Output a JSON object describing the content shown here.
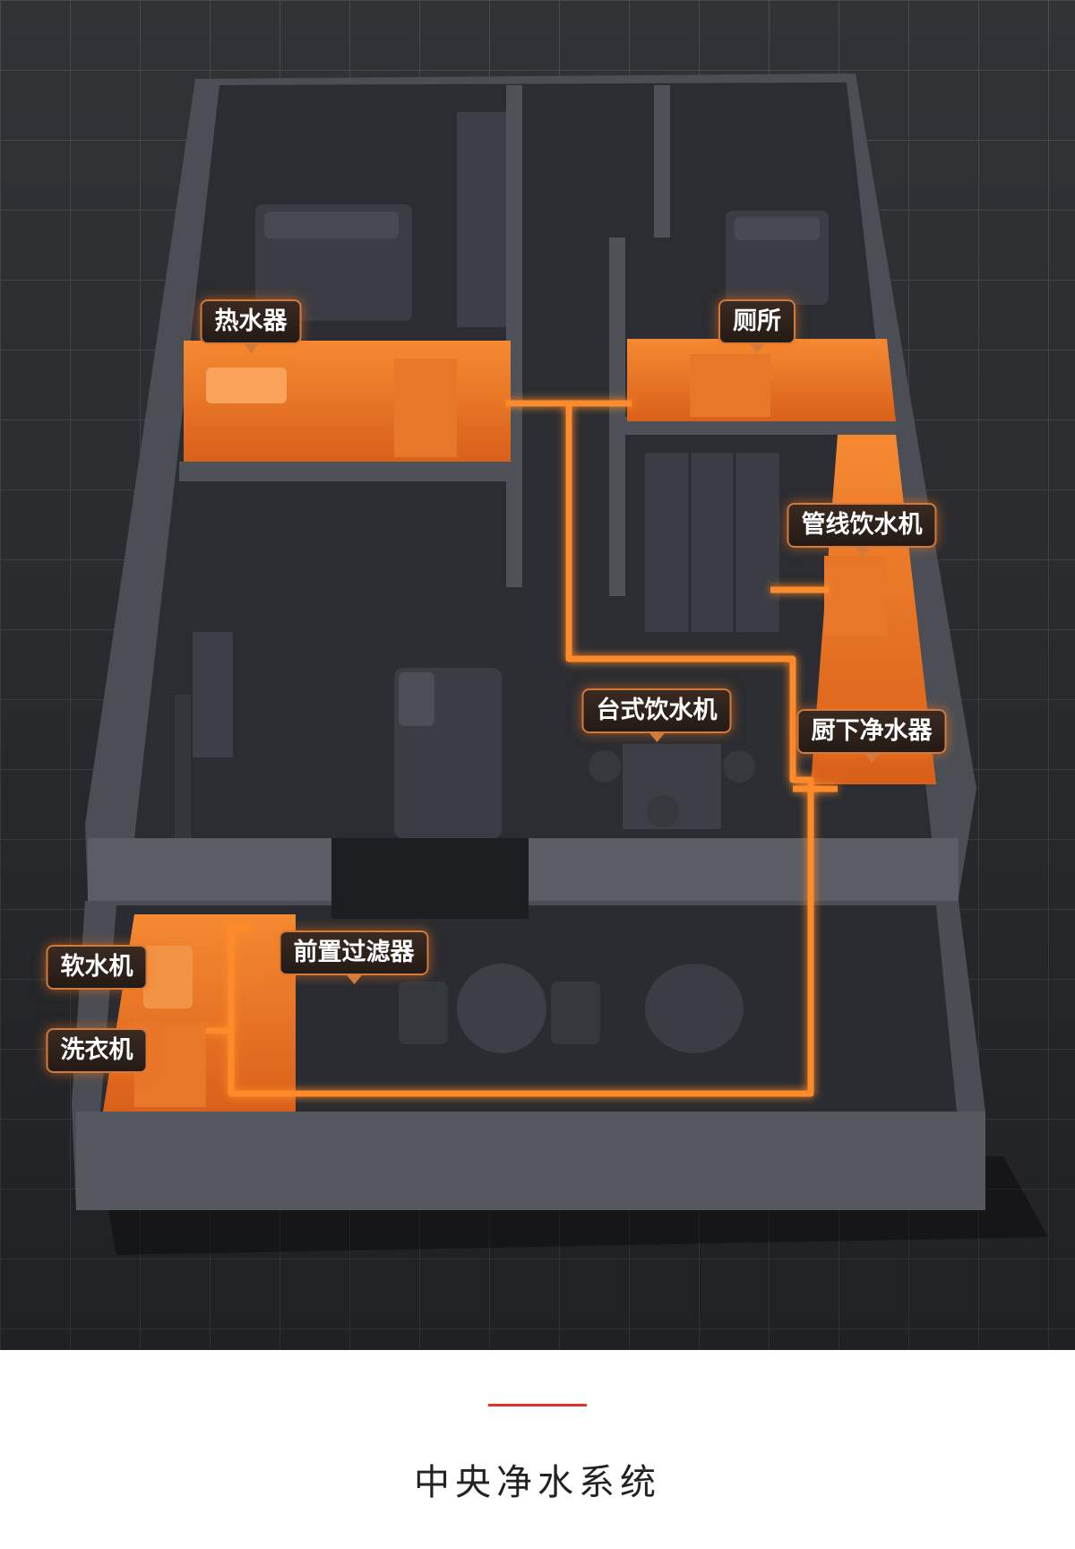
{
  "labels": {
    "water_heater": "热水器",
    "toilet": "厕所",
    "pipeline_dispenser": "管线饮水机",
    "countertop_dispenser": "台式饮水机",
    "under_sink_purifier": "厨下净水器",
    "water_softener": "软水机",
    "pre_filter": "前置过滤器",
    "washing_machine": "洗衣机"
  },
  "footer": {
    "title": "中央净水系统"
  },
  "colors": {
    "accent": "#e0322a",
    "highlight": "#f07a28",
    "pipe": "#ff8a2a",
    "background": "#2e3035"
  }
}
